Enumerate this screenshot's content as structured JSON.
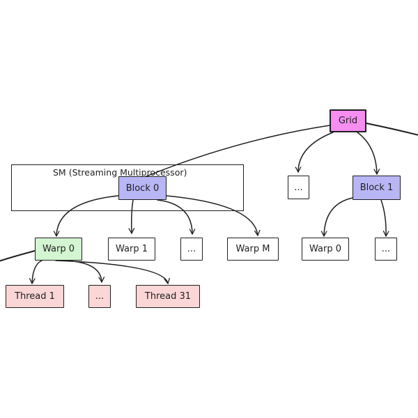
{
  "diagram": {
    "container": {
      "label": "SM (Streaming Multiprocessor)"
    },
    "nodes": {
      "grid": {
        "label": "Grid",
        "fill": "#f58ef0"
      },
      "block0": {
        "label": "Block 0",
        "fill": "#b8b6f5"
      },
      "block1": {
        "label": "Block 1",
        "fill": "#b8b6f5"
      },
      "grid_more": {
        "label": "...",
        "fill": "#ffffff"
      },
      "warp0": {
        "label": "Warp 0",
        "fill": "#d4f5d2"
      },
      "warp1": {
        "label": "Warp 1",
        "fill": "#ffffff"
      },
      "warp_more": {
        "label": "...",
        "fill": "#ffffff"
      },
      "warpM": {
        "label": "Warp M",
        "fill": "#ffffff"
      },
      "b1_warp0": {
        "label": "Warp 0",
        "fill": "#ffffff"
      },
      "b1_more": {
        "label": "...",
        "fill": "#ffffff"
      },
      "thread1": {
        "label": "Thread 1",
        "fill": "#fbd6d6"
      },
      "thread_more": {
        "label": "...",
        "fill": "#fbd6d6"
      },
      "thread31": {
        "label": "Thread 31",
        "fill": "#fbd6d6"
      }
    },
    "stroke_color": "#1e1e1e"
  }
}
